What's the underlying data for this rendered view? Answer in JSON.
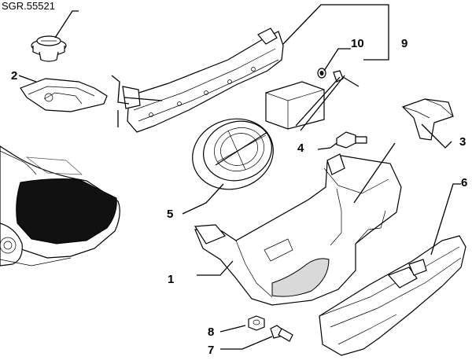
{
  "diagram": {
    "code": "SGR.55521",
    "callouts": [
      {
        "id": "1",
        "text": "1"
      },
      {
        "id": "2",
        "text": "2"
      },
      {
        "id": "3",
        "text": "3"
      },
      {
        "id": "4",
        "text": "4"
      },
      {
        "id": "5",
        "text": "5"
      },
      {
        "id": "6",
        "text": "6"
      },
      {
        "id": "7",
        "text": "7"
      },
      {
        "id": "8",
        "text": "8"
      },
      {
        "id": "9",
        "text": "9"
      },
      {
        "id": "10",
        "text": "10"
      }
    ]
  }
}
